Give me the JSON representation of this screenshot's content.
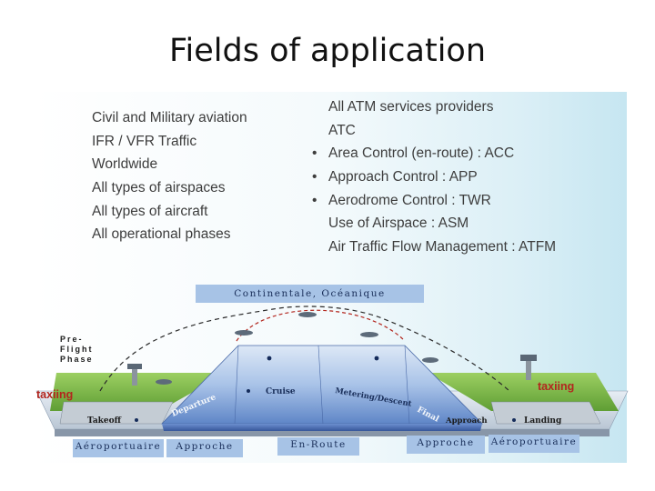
{
  "title": "Fields of application",
  "left_list": [
    "Civil and Military aviation",
    "IFR / VFR Traffic",
    "Worldwide",
    "All types of airspaces",
    "All types of aircraft",
    "All operational phases"
  ],
  "right_list": [
    {
      "bullet": "",
      "text": "All ATM services providers"
    },
    {
      "bullet": "",
      "text": "ATC"
    },
    {
      "bullet": "•",
      "text": "Area Control (en-route) : ACC"
    },
    {
      "bullet": "•",
      "text": "Approach Control : APP"
    },
    {
      "bullet": "•",
      "text": "Aerodrome Control : TWR"
    },
    {
      "bullet": "",
      "text": "Use of Airspace : ASM"
    },
    {
      "bullet": "",
      "text": "Air Traffic Flow Management : ATFM"
    }
  ],
  "diagram": {
    "top_label": "Continentale, Océanique",
    "phase_label": "Pre-\nFlight\nPhase",
    "taxi_left": "taxiing",
    "taxi_right": "taxiing",
    "segments": {
      "takeoff": "Takeoff",
      "departure": "Departure",
      "cruise": "Cruise",
      "metering": "Metering/Descent",
      "final": "Final",
      "approach": "Approach",
      "landing": "Landing"
    },
    "bottom_labels": [
      "Aéroportuaire",
      "Approche",
      "En-Route",
      "Approche",
      "Aéroportuaire"
    ]
  }
}
